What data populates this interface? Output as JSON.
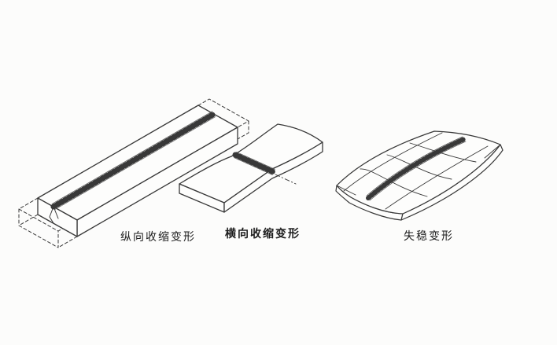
{
  "page": {
    "background_color": "#fcfcfb",
    "line_color": "#383838",
    "text_color": "#1d1d1d"
  },
  "figure": {
    "description_type": "welding-deformation-diagrams",
    "diagrams": [
      {
        "id": "longitudinal-shrinkage",
        "label": "纵向收缩变形"
      },
      {
        "id": "transverse-shrinkage",
        "label": "横向收缩变形"
      },
      {
        "id": "buckling",
        "label": "失稳变形"
      }
    ]
  }
}
